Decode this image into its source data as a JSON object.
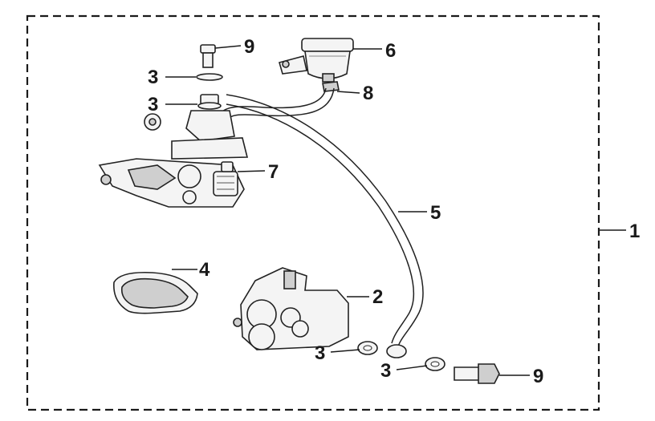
{
  "diagram": {
    "callouts": {
      "assembly": "1",
      "caliper": "2",
      "washer_bolt_top": "3",
      "washer_body_top": "3",
      "washer_caliper": "3",
      "washer_bottom": "3",
      "brake_pads": "4",
      "brake_hose": "5",
      "reservoir": "6",
      "master_cylinder": "7",
      "hose_clamp": "8",
      "bolt_top": "9",
      "bolt_bottom": "9"
    },
    "colors": {
      "line": "#1a1a1a",
      "part_fill": "#f4f4f4",
      "shade": "#cfcfcf"
    }
  }
}
